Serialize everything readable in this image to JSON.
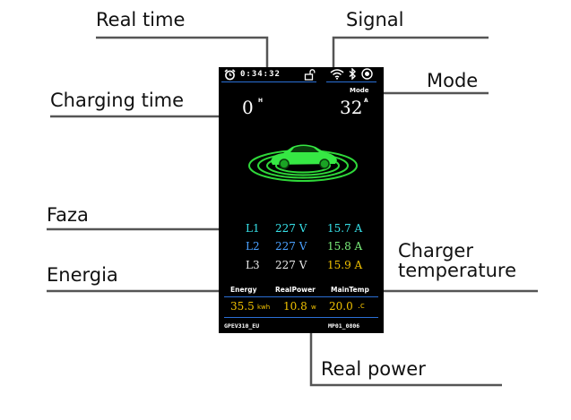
{
  "callouts": {
    "real_time": "Real time",
    "signal": "Signal",
    "charging_time": "Charging time",
    "mode": "Mode",
    "faza": "Faza",
    "charger_temperature_1": "Charger",
    "charger_temperature_2": "temperature",
    "energia": "Energia",
    "real_power": "Real power"
  },
  "screen": {
    "status_bar": {
      "clock": "0:34:32",
      "icons": [
        "alarm-clock-icon",
        "unlock-icon",
        "wifi-icon",
        "bluetooth-icon",
        "settings-icon"
      ]
    },
    "mode_label": "Mode",
    "charging_time": {
      "value": "0",
      "unit": "H"
    },
    "current_mode": {
      "value": "32",
      "unit": "A"
    },
    "phases": [
      {
        "phase": "L1",
        "voltage": "227 V",
        "current": "15.7 A"
      },
      {
        "phase": "L2",
        "voltage": "227 V",
        "current": "15.8 A"
      },
      {
        "phase": "L3",
        "voltage": "227 V",
        "current": "15.9 A"
      }
    ],
    "labels": {
      "energy": "Energy",
      "real_power": "RealPower",
      "main_temp": "MainTemp"
    },
    "readings": {
      "energy_value": "35.5",
      "energy_unit": "kwh",
      "power_value": "10.8",
      "power_unit": "w",
      "temp_value": "20.0",
      "temp_unit": ".c"
    },
    "footer": {
      "left": "GPEV310_EU",
      "right": "MP01_0806"
    }
  },
  "colors": {
    "screen_bg": "#000000",
    "car_green": "#2fd83a",
    "phase_cyan": "#36e0e8",
    "phase_blue": "#4aa0ff",
    "phase_white": "#e8e8e8",
    "current_yellow": "#f2c200",
    "current_green": "#7bf07b",
    "line_blue": "#2a6fd6"
  }
}
